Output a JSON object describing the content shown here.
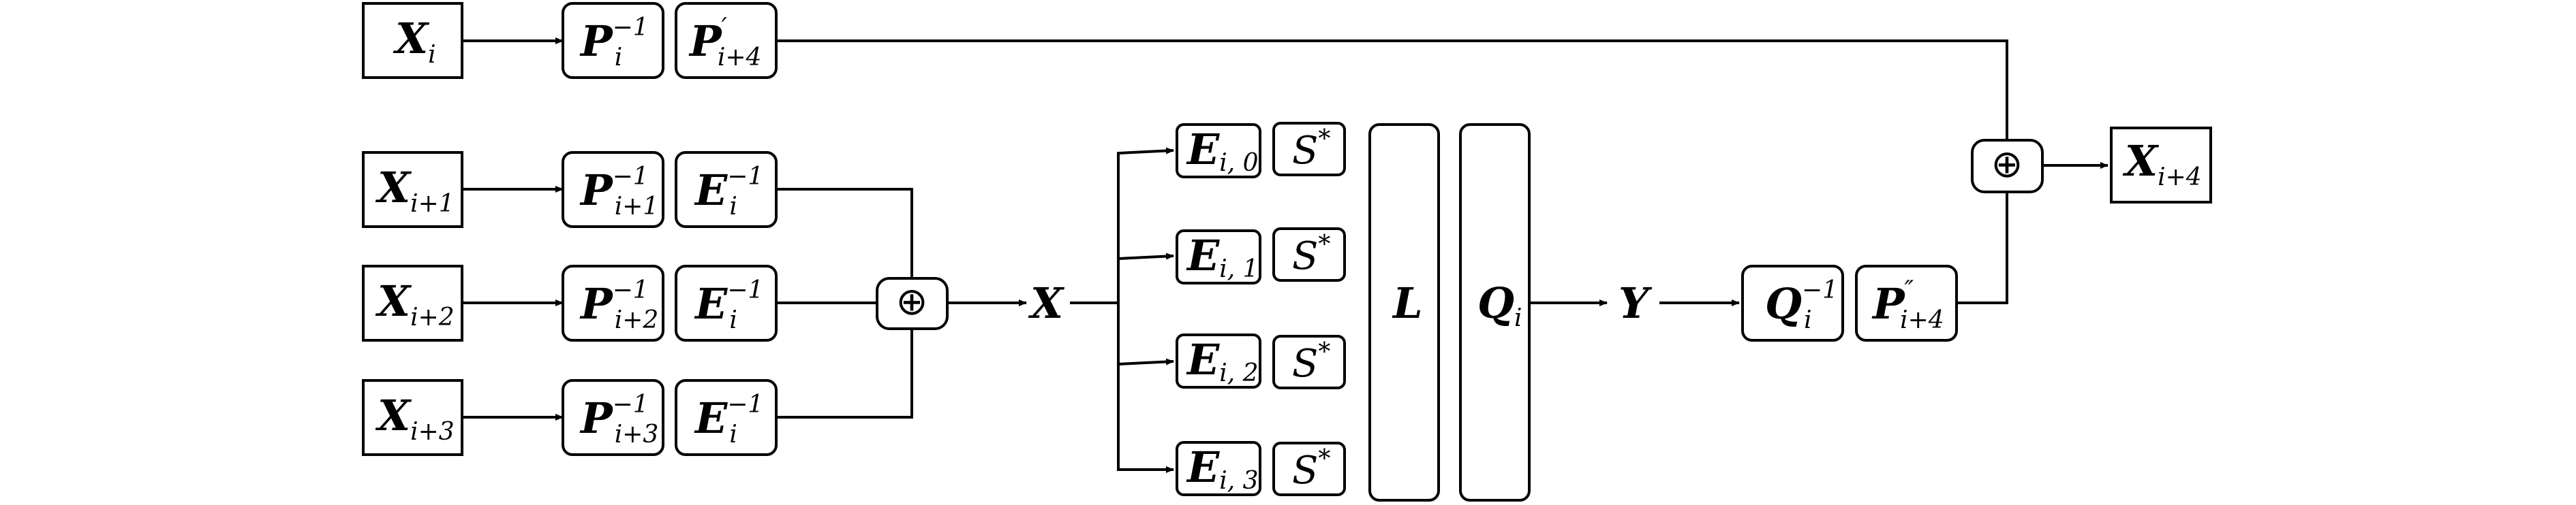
{
  "diagram": {
    "inputs": [
      {
        "main": "X",
        "sub": "i"
      },
      {
        "main": "X",
        "sub": "i+1"
      },
      {
        "main": "X",
        "sub": "i+2"
      },
      {
        "main": "X",
        "sub": "i+3"
      }
    ],
    "p_inverse": [
      {
        "main": "P",
        "sup": "−1",
        "sub": "i"
      },
      {
        "main": "P",
        "sup": "−1",
        "sub": "i+1"
      },
      {
        "main": "P",
        "sup": "−1",
        "sub": "i+2"
      },
      {
        "main": "P",
        "sup": "−1",
        "sub": "i+3"
      }
    ],
    "second_col": [
      {
        "main": "P",
        "sup": "′",
        "sub": "i+4"
      },
      {
        "main": "E",
        "sup": "−1",
        "sub": "i"
      },
      {
        "main": "E",
        "sup": "−1",
        "sub": "i"
      },
      {
        "main": "E",
        "sup": "−1",
        "sub": "i"
      }
    ],
    "xor_symbol": "⊕",
    "mid_x": {
      "main": "X"
    },
    "e_boxes": [
      {
        "main": "E",
        "sub": "i, 0"
      },
      {
        "main": "E",
        "sub": "i, 1"
      },
      {
        "main": "E",
        "sub": "i, 2"
      },
      {
        "main": "E",
        "sub": "i, 3"
      }
    ],
    "s_boxes": [
      {
        "main": "S",
        "sup": "*"
      },
      {
        "main": "S",
        "sup": "*"
      },
      {
        "main": "S",
        "sup": "*"
      },
      {
        "main": "S",
        "sup": "*"
      }
    ],
    "l_box": {
      "main": "L"
    },
    "q_box": {
      "main": "Q",
      "sub": "i"
    },
    "y_out": {
      "main": "Y"
    },
    "q_inverse": {
      "main": "Q",
      "sup": "−1",
      "sub": "i"
    },
    "p_double": {
      "main": "P",
      "sup": "″",
      "sub": "i+4"
    },
    "output": {
      "main": "X",
      "sub": "i+4"
    }
  }
}
